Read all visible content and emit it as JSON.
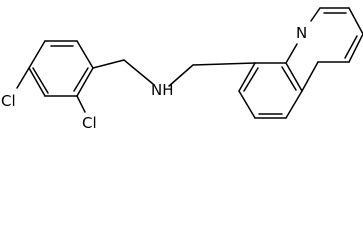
{
  "molecule": {
    "atoms": {
      "cl_left": "Cl",
      "cl_right": "Cl",
      "amine": "NH",
      "ring_nitrogen": "N"
    },
    "bond_color": "#000000",
    "label_color": "#000000",
    "background": "#ffffff"
  }
}
